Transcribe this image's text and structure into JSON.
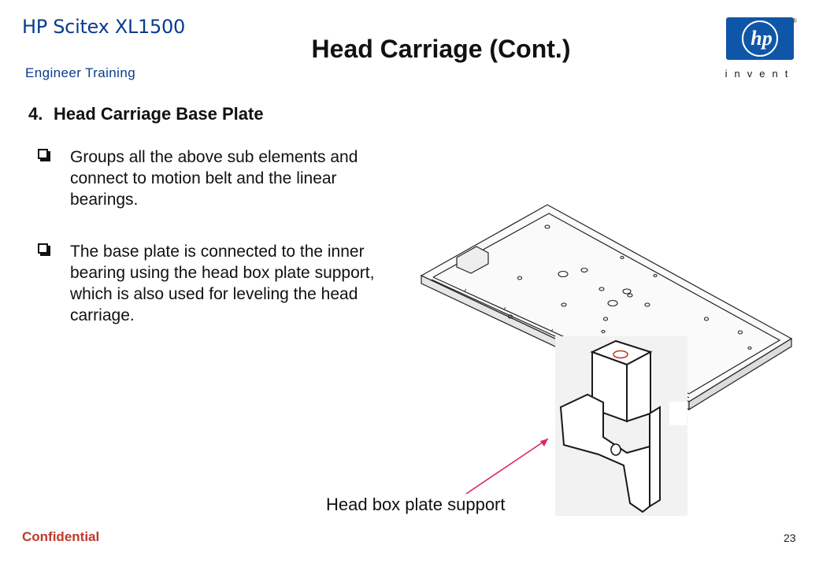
{
  "header": {
    "product": "HP Scitex XL1500",
    "subtitle": "Engineer Training",
    "title": "Head Carriage (Cont.)",
    "logo": {
      "letters": "hp",
      "tagline": "invent",
      "registered": "®",
      "color": "#0f56a8"
    }
  },
  "content": {
    "heading_number": "4.",
    "heading": "Head Carriage Base Plate",
    "bullets": [
      "Groups all the above sub elements and connect to motion belt and the linear bearings.",
      "The base plate is connected to the inner bearing using the head box plate support, which is also used for leveling the head carriage."
    ]
  },
  "figure": {
    "caption": "Head box plate support",
    "arrow_color": "#e0245e"
  },
  "footer": {
    "confidential": "Confidential",
    "page_number": "23"
  }
}
